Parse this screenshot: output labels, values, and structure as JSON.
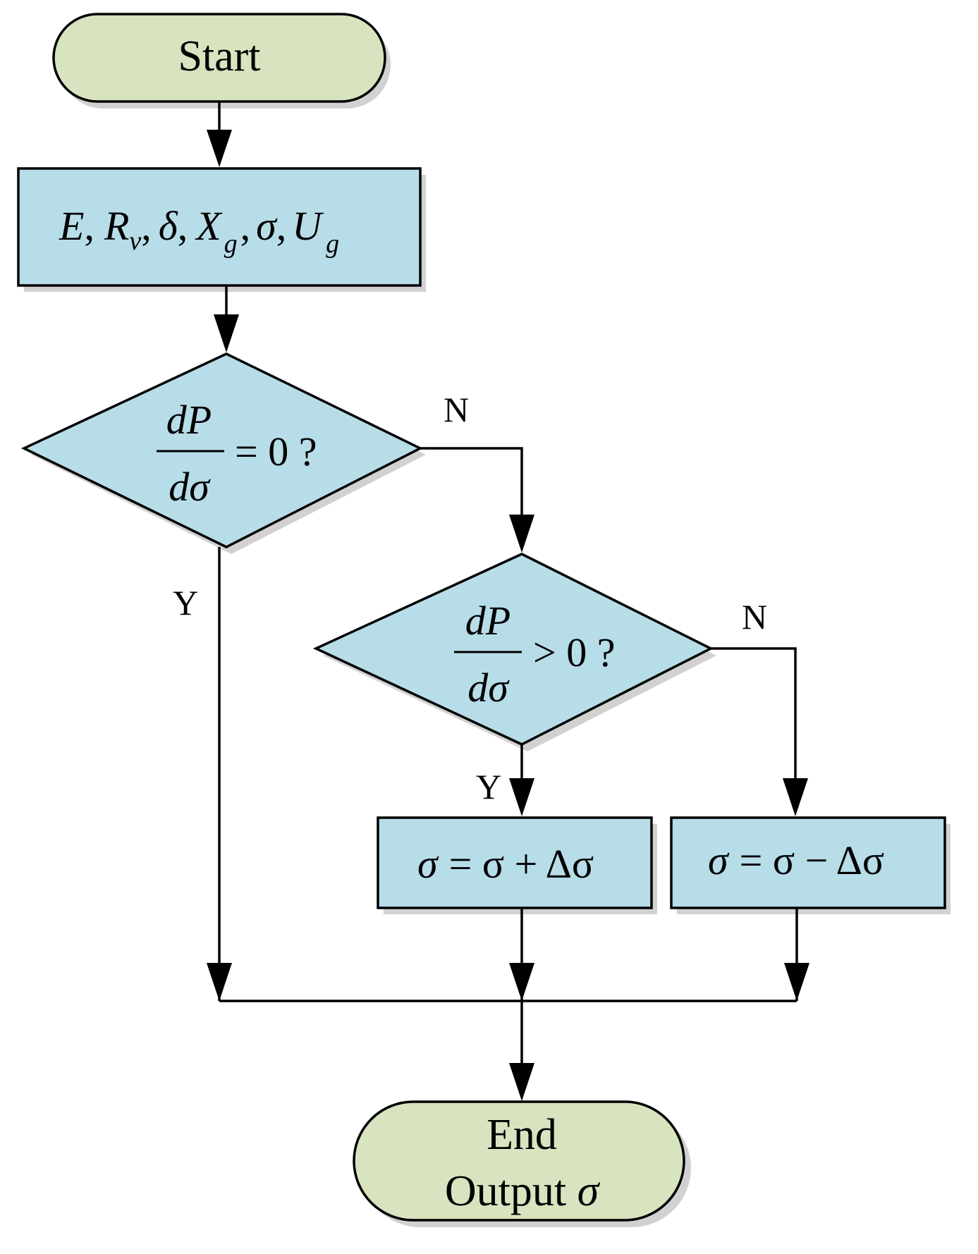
{
  "nodes": {
    "start": {
      "text": "Start"
    },
    "input": {
      "parts": [
        "E",
        ",",
        "R",
        "v",
        ",",
        "δ",
        ",",
        "X",
        "g",
        ",",
        "σ",
        ",",
        "U",
        "g"
      ]
    },
    "decision1": {
      "numerator": "dP",
      "denominator": "dσ",
      "condition": "= 0 ?"
    },
    "decision2": {
      "numerator": "dP",
      "denominator": "dσ",
      "condition": "> 0 ?"
    },
    "increase": {
      "lhs": "σ",
      "rel": "= σ + Δσ"
    },
    "decrease": {
      "lhs": "σ",
      "rel": "= σ − Δσ"
    },
    "end": {
      "line1": "End",
      "line2_text": "Output ",
      "line2_symbol": "σ"
    }
  },
  "edge_labels": {
    "d1_no": "N",
    "d1_yes": "Y",
    "d2_no": "N",
    "d2_yes": "Y"
  },
  "colors": {
    "terminal_fill": "#d8e4bf",
    "process_fill": "#b7dde8",
    "line": "#000000"
  }
}
